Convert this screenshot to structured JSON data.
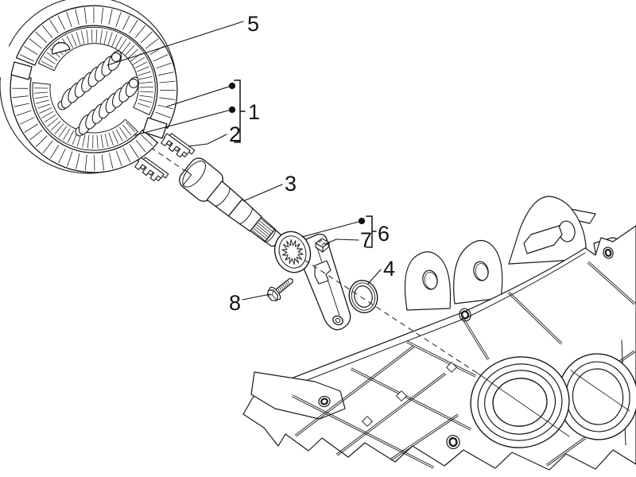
{
  "figure": {
    "type": "exploded-parts-diagram",
    "subject": "rear brake shoe and lever assembly with crankcase half",
    "background_color": "#ffffff",
    "line_color": "#1a1a1a",
    "label_color": "#111111",
    "callouts": {
      "c1": "1",
      "c2": "2",
      "c3": "3",
      "c4": "4",
      "c5": "5",
      "c6": "6",
      "c7": "7",
      "c8": "8"
    }
  }
}
